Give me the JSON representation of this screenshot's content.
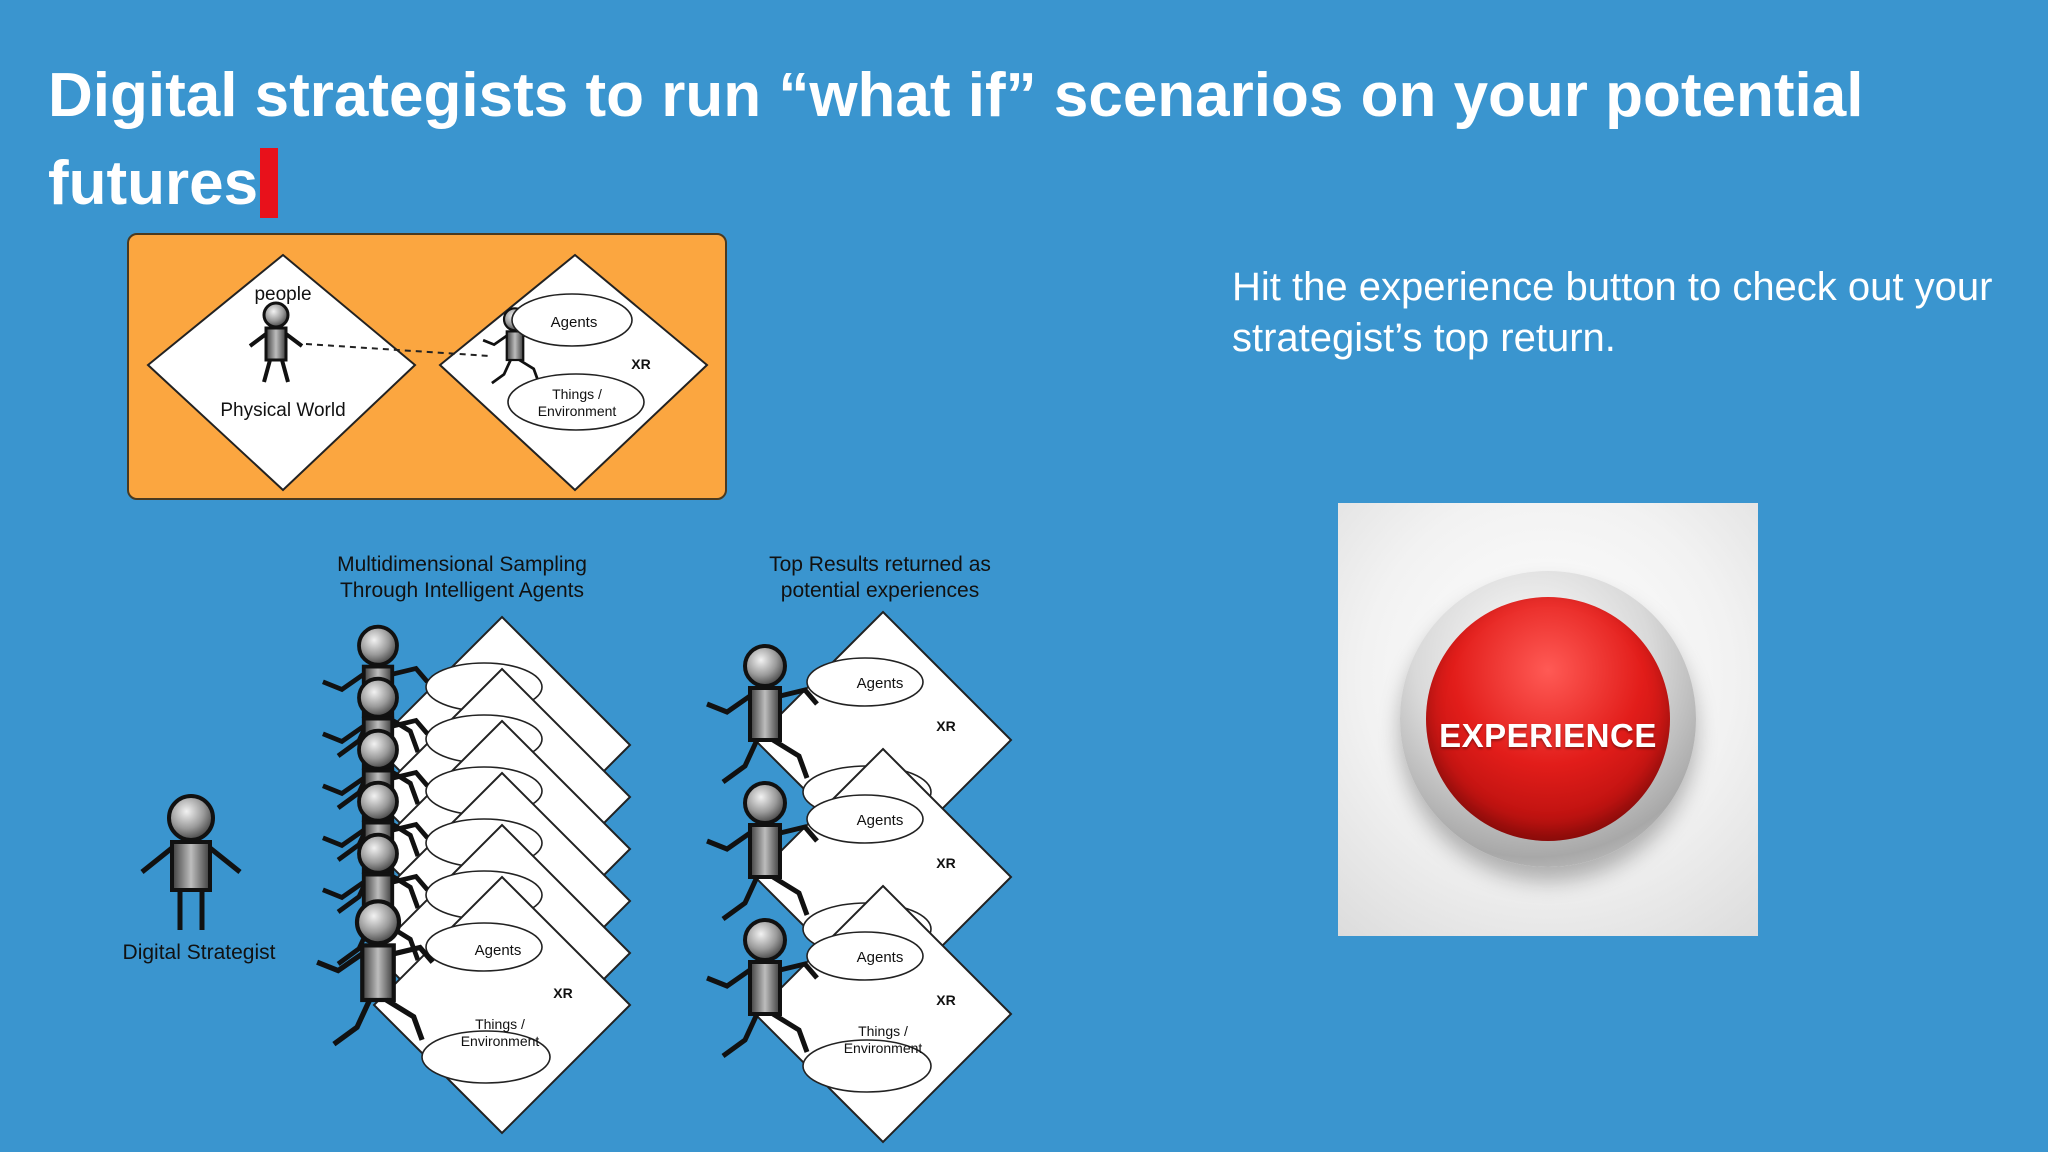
{
  "slide": {
    "title": "Digital strategists to run “what if” scenarios on your potential futures",
    "hint": "Hit the experience button to check out your strategist’s top return."
  },
  "top_panel": {
    "people": "people",
    "physical_world": "Physical World",
    "agents": "Agents",
    "xr": "XR",
    "things_line1": "Things /",
    "things_line2": "Environment"
  },
  "diagram": {
    "sampling_line1": "Multidimensional Sampling",
    "sampling_line2": "Through Intelligent Agents",
    "results_line1": "Top Results returned as",
    "results_line2": "potential experiences",
    "strategist": "Digital Strategist",
    "agents": "Agents",
    "xr": "XR",
    "things_line1": "Things /",
    "things_line2": "Environment"
  },
  "button": {
    "label": "EXPERIENCE"
  },
  "colors": {
    "background": "#3a95cf",
    "panel": "#fba640",
    "cursor": "#e8111b",
    "button_red": "#e21d1a"
  }
}
